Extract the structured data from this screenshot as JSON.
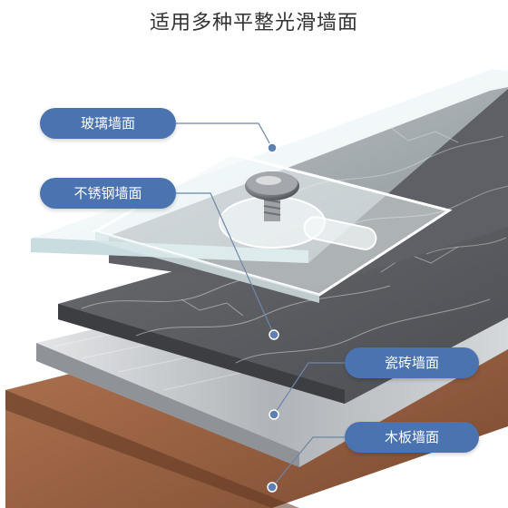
{
  "header": {
    "title": "适用多种平整光滑墙面"
  },
  "labels": [
    {
      "id": "glass",
      "text": "玻璃墙面"
    },
    {
      "id": "steel",
      "text": "不锈钢墙面"
    },
    {
      "id": "tile",
      "text": "瓷砖墙面"
    },
    {
      "id": "wood",
      "text": "木板墙面"
    }
  ],
  "colors": {
    "pill": "#4a73b0",
    "wood": "#8a5637",
    "steel": "#b9bdc1",
    "marble": "#5b5d62",
    "glass": "#dfeef0",
    "leader": "#6e86a8"
  },
  "icons": [
    "screw-hook-icon"
  ]
}
